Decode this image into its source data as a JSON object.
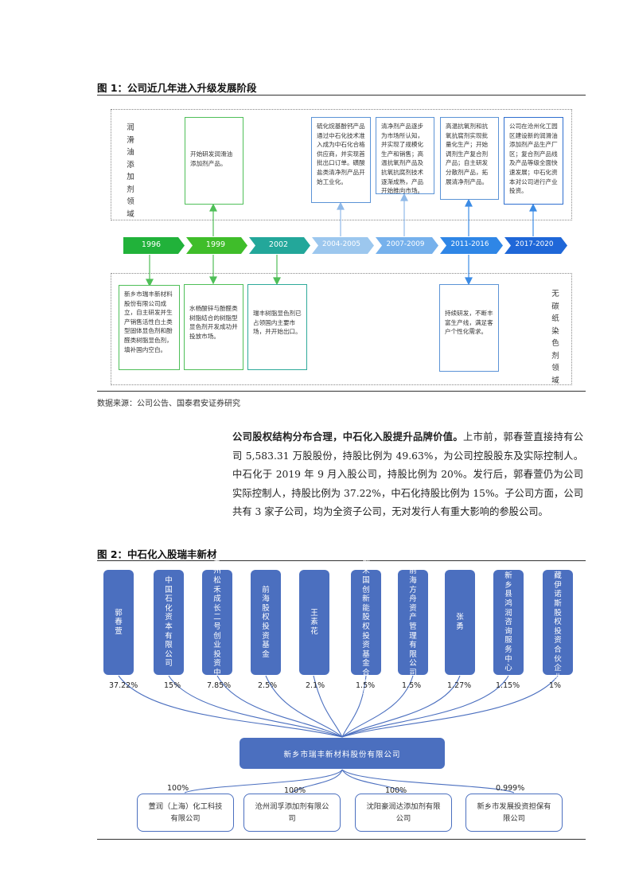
{
  "fig1": {
    "title": "图 1：公司近几年进入升级发展阶段",
    "upper_label": "润滑油添加剂领域",
    "lower_label": "无碳纸染色剂领域",
    "years": [
      "1996",
      "1999",
      "2002",
      "2004-2005",
      "2007-2009",
      "2011-2016",
      "2017-2020"
    ],
    "upper_boxes": [
      "开始研发润滑油添加剂产品。",
      "硫化烷基酚钙产品通过中石化技术准入成为中石化合格供应商，并实现首批出口订单。磺酸盐类清净剂产品开始工业化。",
      "清净剂产品逐步为市场所认知，并实现了规模化生产和销售；高温抗氧剂产品及抗氧抗腐剂技术逐渐成熟，产品开始推向市场。",
      "高温抗氧剂和抗氧抗腐剂实现批量化生产；开始调剂生产复合剂产品；自主研发分散剂产品，拓展清净剂产品。",
      "公司在沧州化工园区建设新的润滑油添加剂产品生产厂区；复合剂产品线及产品等级全面快速发展；中石化资本对公司进行产业投资。"
    ],
    "lower_boxes": [
      "新乡市瑞丰新材料股份有限公司成立，自主研发并生产销售活性白土类型固体显色剂和酚醛类树脂显色剂，填补国内空白。",
      "水杨酸锌与酚醛类树脂结合的树脂型显色剂开发成功并投放市场。",
      "瑞丰树脂显色剂已占领国内主要市场，并开始出口。",
      "持续研发，不断丰富生产线，满足客户个性化需求。"
    ],
    "source": "数据来源：公司公告、国泰君安证券研究"
  },
  "paragraph": {
    "lead": "公司股权结构分布合理，中石化入股提升品牌价值。",
    "body": "上市前，郭春萱直接持有公司 5,583.31 万股股份，持股比例为 49.63%，为公司控股股东及实际控制人。中石化于 2019 年 9 月入股公司，持股比例为 20%。发行后，郭春萱仍为公司实际控制人，持股比例为 37.22%，中石化持股比例为 15%。子公司方面，公司共有 3 家子公司，均为全资子公司，无对发行人有重大影响的参股公司。"
  },
  "fig2": {
    "title": "图 2：中石化入股瑞丰新材",
    "shareholders": [
      {
        "name": "郭春萱",
        "pct": "37.22%"
      },
      {
        "name": "中国石化资本有限公司",
        "pct": "15%"
      },
      {
        "name": "苏州松禾成长二号创业投资中心",
        "pct": "7.85%"
      },
      {
        "name": "前海股权投资基金",
        "pct": "2.5%"
      },
      {
        "name": "王素花",
        "pct": "2.1%"
      },
      {
        "name": "深圳松禾国创新能股权投资基金合伙企业",
        "pct": "1.5%"
      },
      {
        "name": "前海方舟资产管理有限公司",
        "pct": "1.5%"
      },
      {
        "name": "张勇",
        "pct": "1.27%"
      },
      {
        "name": "新乡县鸿润咨询服务中心",
        "pct": "1.15%"
      },
      {
        "name": "西藏伊诺斯股权投资合伙企业",
        "pct": "1%"
      }
    ],
    "company": "新乡市瑞丰新材料股份有限公司",
    "subsidiaries": [
      {
        "name": "萱润（上海）化工科技有限公司",
        "pct": "100%"
      },
      {
        "name": "沧州润孚添加剂有限公司",
        "pct": "100%"
      },
      {
        "name": "沈阳豪润达添加剂有限公司",
        "pct": "100%"
      },
      {
        "name": "新乡市发展投资担保有限公司",
        "pct": "0.999%"
      }
    ]
  },
  "colors": {
    "green": "#3fb54a",
    "blue": "#2e7fe0",
    "navy": "#4b6fbf"
  }
}
